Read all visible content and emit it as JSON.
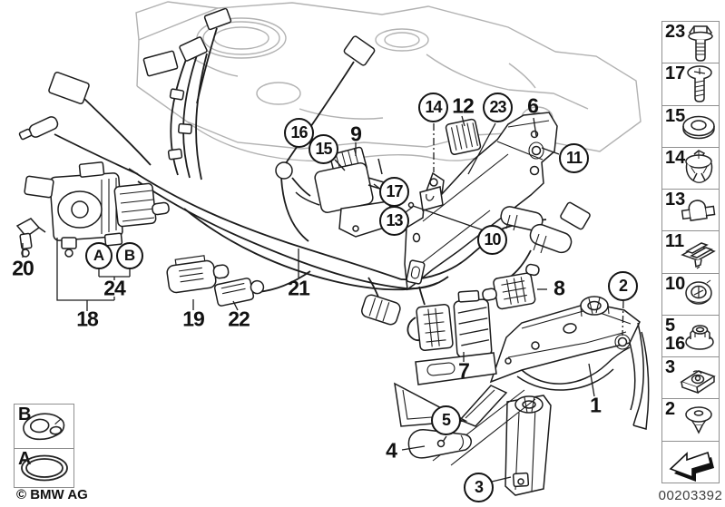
{
  "callouts": {
    "circled": [
      {
        "id": "16",
        "label": "16"
      },
      {
        "id": "15",
        "label": "15"
      },
      {
        "id": "14",
        "label": "14"
      },
      {
        "id": "23",
        "label": "23"
      },
      {
        "id": "11",
        "label": "11"
      },
      {
        "id": "17",
        "label": "17"
      },
      {
        "id": "13",
        "label": "13"
      },
      {
        "id": "10",
        "label": "10"
      },
      {
        "id": "2",
        "label": "2"
      },
      {
        "id": "5",
        "label": "5"
      },
      {
        "id": "3",
        "label": "3"
      },
      {
        "id": "A",
        "label": "A"
      },
      {
        "id": "B",
        "label": "B"
      }
    ],
    "plain": [
      {
        "id": "12",
        "label": "12"
      },
      {
        "id": "6",
        "label": "6"
      },
      {
        "id": "9",
        "label": "9"
      },
      {
        "id": "8",
        "label": "8"
      },
      {
        "id": "20",
        "label": "20"
      },
      {
        "id": "24",
        "label": "24"
      },
      {
        "id": "18",
        "label": "18"
      },
      {
        "id": "19",
        "label": "19"
      },
      {
        "id": "22",
        "label": "22"
      },
      {
        "id": "21",
        "label": "21"
      },
      {
        "id": "7",
        "label": "7"
      },
      {
        "id": "1",
        "label": "1"
      },
      {
        "id": "4",
        "label": "4"
      }
    ]
  },
  "sidebar": {
    "cells": [
      {
        "number": "23",
        "icon": "hex-flange-bolt-icon"
      },
      {
        "number": "17",
        "icon": "pan-head-screw-icon"
      },
      {
        "number": "15",
        "icon": "washer-icon"
      },
      {
        "number": "14",
        "icon": "expanding-rivet-icon"
      },
      {
        "number": "13",
        "icon": "pipe-clip-icon"
      },
      {
        "number": "11",
        "icon": "wedge-clip-icon"
      },
      {
        "number": "10",
        "icon": "grommet-icon"
      },
      {
        "number": "5",
        "number_secondary": "16",
        "icon": "flange-nut-icon"
      },
      {
        "number": "3",
        "icon": "speed-nut-icon"
      },
      {
        "number": "2",
        "icon": "plastic-rivet-icon"
      },
      {
        "number": "",
        "icon": "back-arrow-icon"
      }
    ]
  },
  "legend": {
    "cells": [
      {
        "label": "B",
        "icon": "tab-plate-icon"
      },
      {
        "label": "A",
        "icon": "o-ring-icon"
      }
    ]
  },
  "footer": {
    "copyright": "© BMW AG",
    "diagram_number": "00203392"
  },
  "colors": {
    "line": "#1c1c1c",
    "faded_line": "#b2b2b2",
    "background": "#ffffff"
  }
}
